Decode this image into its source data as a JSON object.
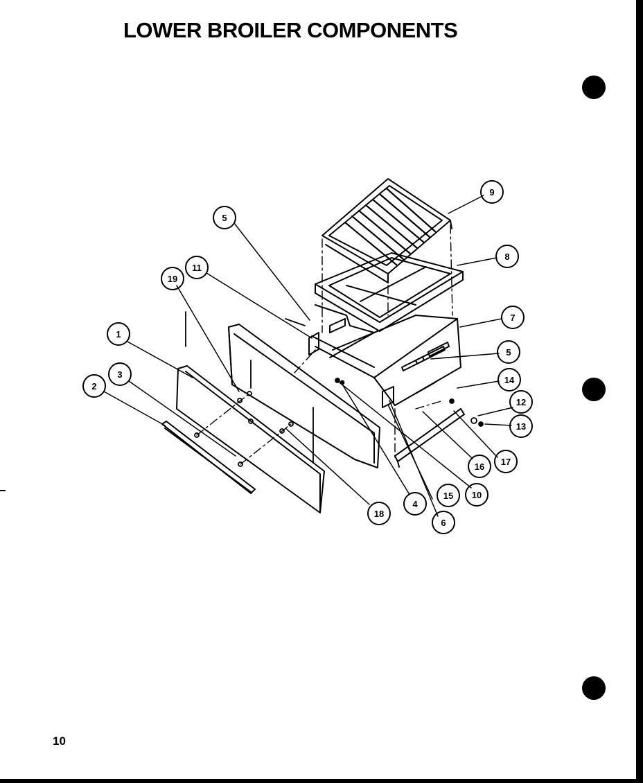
{
  "title": "LOWER BROILER COMPONENTS",
  "page_number": "10",
  "callouts": [
    {
      "id": "c1",
      "label": "1"
    },
    {
      "id": "c2",
      "label": "2"
    },
    {
      "id": "c3",
      "label": "3"
    },
    {
      "id": "c4",
      "label": "4"
    },
    {
      "id": "c5a",
      "label": "5"
    },
    {
      "id": "c5b",
      "label": "5"
    },
    {
      "id": "c6",
      "label": "6"
    },
    {
      "id": "c7",
      "label": "7"
    },
    {
      "id": "c8",
      "label": "8"
    },
    {
      "id": "c9",
      "label": "9"
    },
    {
      "id": "c10",
      "label": "10"
    },
    {
      "id": "c11",
      "label": "11"
    },
    {
      "id": "c12",
      "label": "12"
    },
    {
      "id": "c13",
      "label": "13"
    },
    {
      "id": "c14",
      "label": "14"
    },
    {
      "id": "c15",
      "label": "15"
    },
    {
      "id": "c16",
      "label": "16"
    },
    {
      "id": "c17",
      "label": "17"
    },
    {
      "id": "c18",
      "label": "18"
    },
    {
      "id": "c19",
      "label": "19"
    }
  ]
}
